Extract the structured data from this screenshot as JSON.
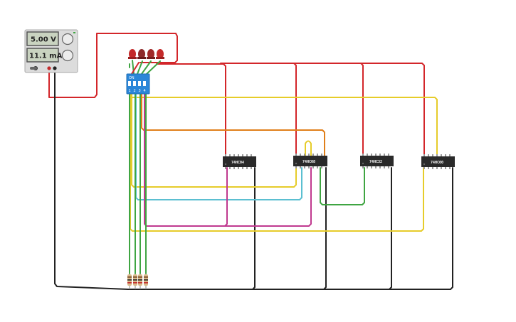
{
  "power_supply": {
    "voltage": "5.00 V",
    "current": "11.1 mA"
  },
  "dip_switch": {
    "on_label": "ON",
    "switch_numbers": [
      "1",
      "2",
      "3",
      "4"
    ]
  },
  "chips": [
    {
      "id": "chip-74hc04",
      "label": "74HC04"
    },
    {
      "id": "chip-74hc08",
      "label": "74HC08"
    },
    {
      "id": "chip-74hc32",
      "label": "74HC32"
    },
    {
      "id": "chip-74hc00",
      "label": "74HC00"
    }
  ],
  "colors": {
    "wire_red": "#d3262a",
    "wire_black": "#222222",
    "wire_green": "#3fa542",
    "wire_yellow": "#e6cc2a",
    "wire_orange": "#e07f1a",
    "wire_cyan": "#5bbfd1",
    "wire_magenta": "#c0398f",
    "chip_body": "#2a2a2a",
    "dip_body": "#2b86d8",
    "led_red": "#c42a2a"
  }
}
